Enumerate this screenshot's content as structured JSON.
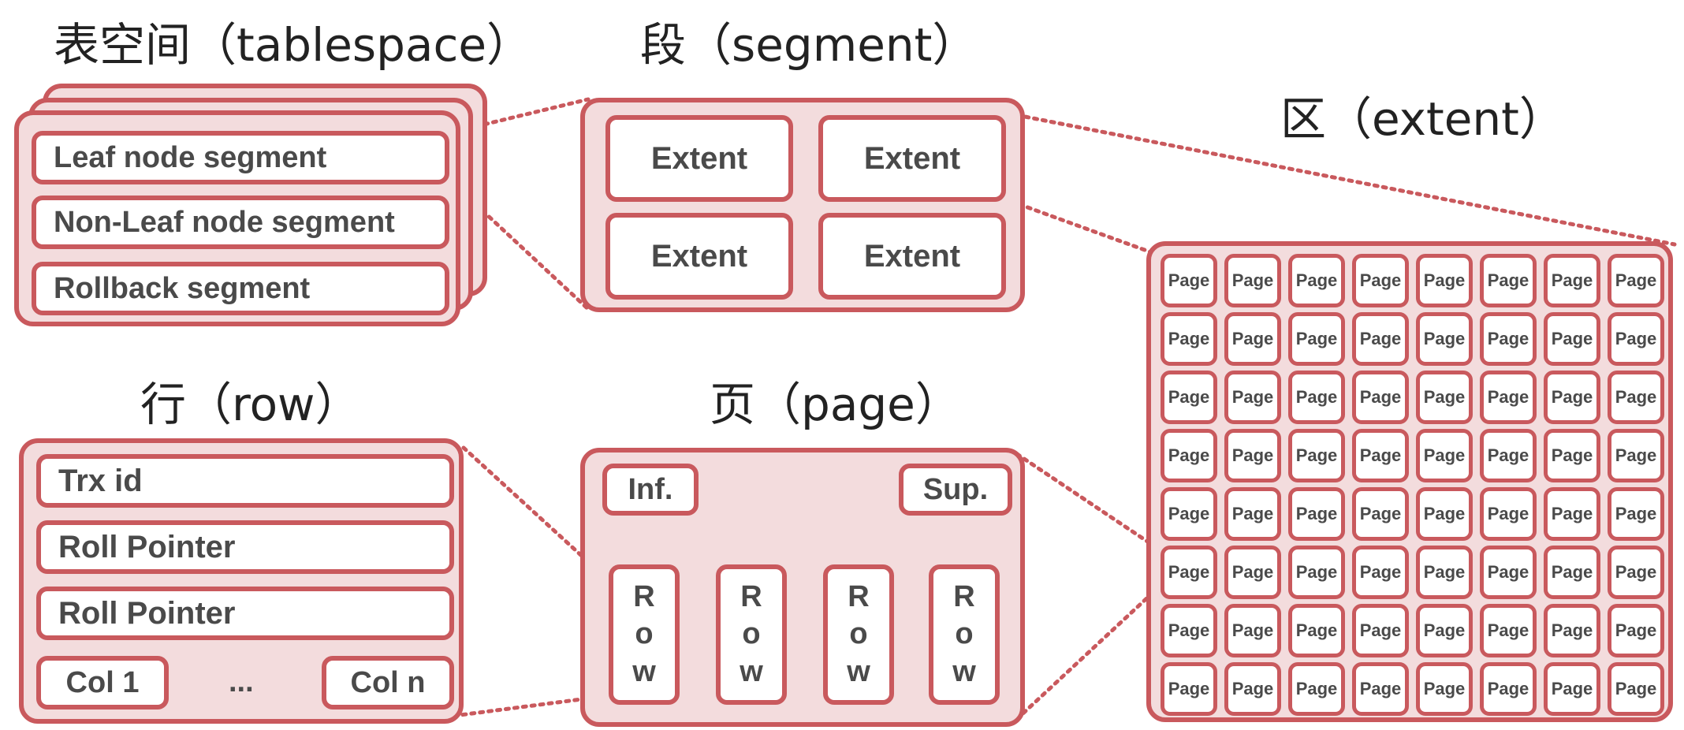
{
  "titles": {
    "tablespace": "表空间（tablespace）",
    "segment": "段（segment）",
    "extent": "区（extent）",
    "row": "行（row）",
    "page": "页（page）"
  },
  "tablespace": {
    "items": [
      "Leaf node segment",
      "Non-Leaf node segment",
      "Rollback segment"
    ]
  },
  "segment": {
    "extents": [
      "Extent",
      "Extent",
      "Extent",
      "Extent"
    ]
  },
  "extent": {
    "page_label": "Page",
    "rows": 8,
    "cols": 8
  },
  "row": {
    "lines": [
      "Trx id",
      "Roll Pointer",
      "Roll Pointer"
    ],
    "col_first": "Col 1",
    "ellipsis": "...",
    "col_last": "Col n"
  },
  "page": {
    "infimum": "Inf.",
    "supremum": "Sup.",
    "row_label": "Row",
    "row_count": 4
  },
  "colors": {
    "accent": "#c9595d",
    "panel_fill": "#f3dcdd",
    "text": "#4a4a4a"
  }
}
